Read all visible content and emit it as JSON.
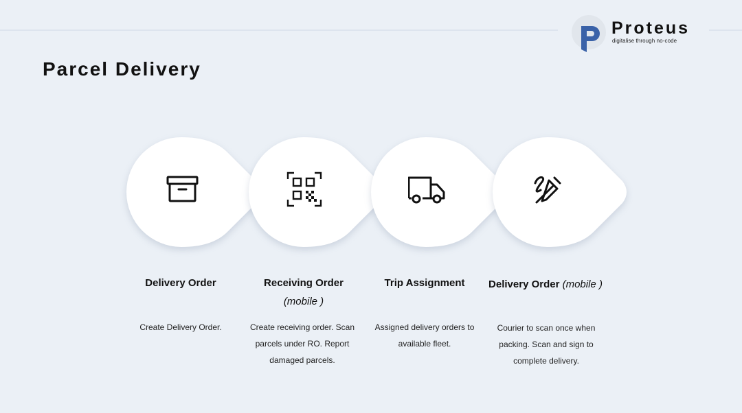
{
  "brand": {
    "name": "Proteus",
    "tagline": "digitalise through no-code",
    "accent_color": "#3a62a8"
  },
  "page": {
    "title": "Parcel Delivery"
  },
  "steps": [
    {
      "icon": "archive-box-icon",
      "title": "Delivery Order",
      "mobile": "",
      "description": "Create Delivery Order."
    },
    {
      "icon": "qr-code-icon",
      "title": "Receiving Order",
      "mobile": "(mobile )",
      "description": "Create receiving order. Scan parcels under RO. Report damaged parcels."
    },
    {
      "icon": "delivery-truck-icon",
      "title": "Trip Assignment",
      "mobile": "",
      "description": "Assigned delivery orders to available fleet."
    },
    {
      "icon": "signature-pen-icon",
      "title": "Delivery Order",
      "mobile": "(mobile )",
      "description": "Courier to scan once when packing. Scan and sign to complete delivery."
    }
  ]
}
